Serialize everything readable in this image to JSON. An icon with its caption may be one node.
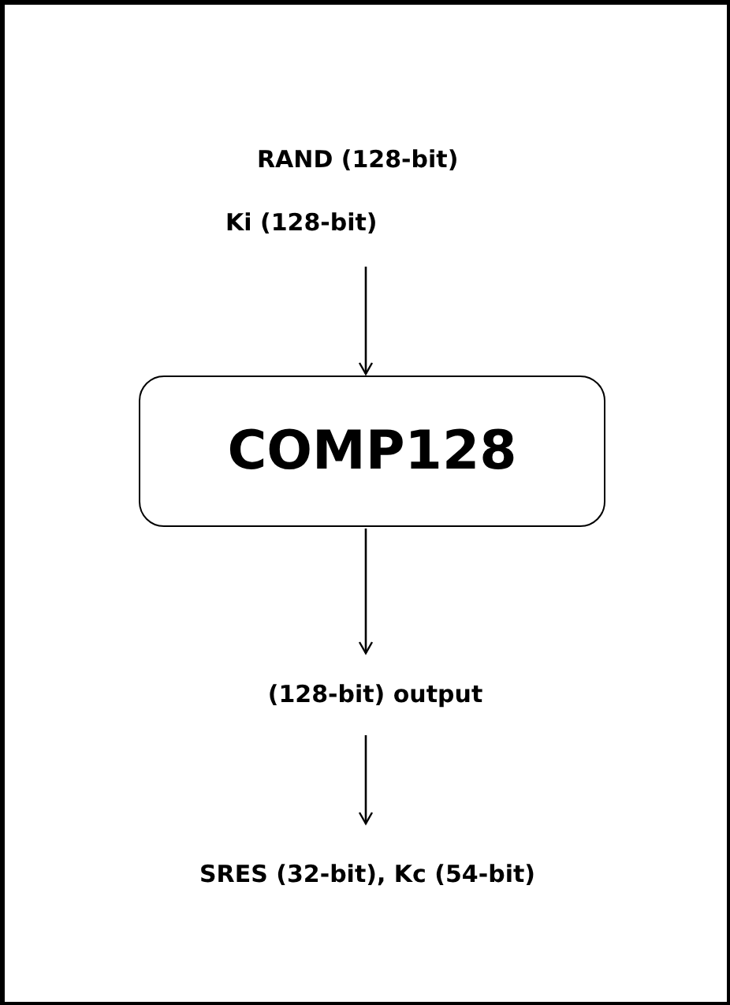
{
  "diagram": {
    "nodes": [
      {
        "text": [
          "RAND (128-bit)",
          "Ki (128-bit)"
        ]
      },
      {
        "text": [
          "COMP128"
        ]
      },
      {
        "text": [
          "(128-bit) output"
        ]
      },
      {
        "text": [
          "SRES (32-bit), Kc (54-bit)"
        ]
      }
    ],
    "edges": [
      {
        "from": 0,
        "to": 1,
        "arrow": "to"
      },
      {
        "from": 1,
        "to": 2,
        "arrow": "to"
      },
      {
        "from": 2,
        "to": 3,
        "arrow": "to"
      }
    ]
  }
}
